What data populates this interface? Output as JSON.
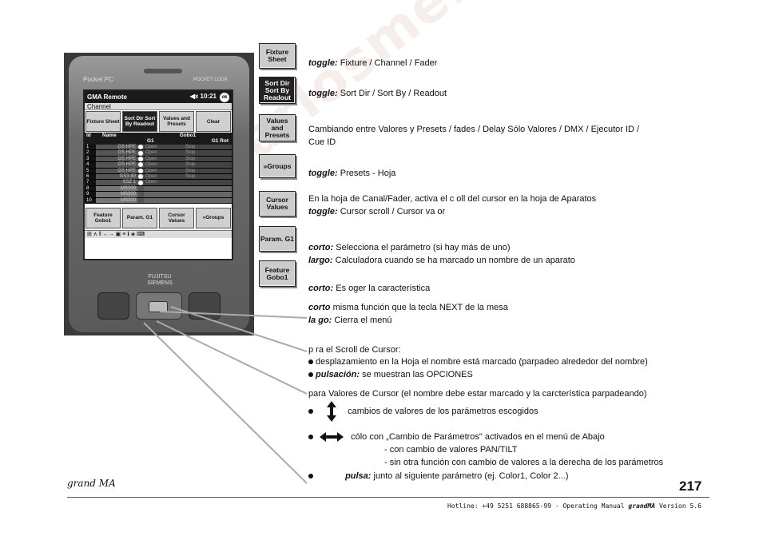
{
  "watermark": "www.carlosmendoza.com.mx",
  "device": {
    "brand_left": "Pocket PC",
    "brand_right": "POCKET LOOX",
    "maker": "FUJITSU SIEMENS",
    "app_title": "GMA Remote",
    "clock": "◀x 10:21",
    "ok": "ok",
    "mode": "Channel",
    "top_buttons": [
      "Fixture Sheet",
      "Sort Dir Sort By Readout",
      "Values and Presets",
      "Clear"
    ],
    "col_headers": {
      "id": "Id",
      "name": "Name",
      "group": "Gobo1",
      "g1": "G1",
      "g1rot": "G1 Rot"
    },
    "rows": [
      {
        "id": "1",
        "name": "GS HPE",
        "g1": "Open",
        "rot": "Stop",
        "dot": true
      },
      {
        "id": "2",
        "name": "GS HPE",
        "g1": "Open",
        "rot": "Stop",
        "dot": true
      },
      {
        "id": "3",
        "name": "GS HPE",
        "g1": "Open",
        "rot": "Stop",
        "dot": true
      },
      {
        "id": "4",
        "name": "GS HPE",
        "g1": "Open",
        "rot": "Stop",
        "dot": true
      },
      {
        "id": "5",
        "name": "GS HPE",
        "g1": "Open",
        "rot": "Stop",
        "dot": true
      },
      {
        "id": "6",
        "name": "GS3 80",
        "g1": "Open",
        "rot": "Stop",
        "dot": true
      },
      {
        "id": "7",
        "name": "SSZ 1",
        "g1": "Open",
        "rot": "",
        "dot": true
      },
      {
        "id": "8",
        "name": "MS300",
        "g1": "",
        "rot": "",
        "dot": false
      },
      {
        "id": "9",
        "name": "MS300",
        "g1": "",
        "rot": "",
        "dot": false
      },
      {
        "id": "10",
        "name": "MS300",
        "g1": "",
        "rot": "",
        "dot": false
      }
    ],
    "bottom_buttons": [
      "Feature Gobo1",
      "Param. G1",
      "Cursor Values",
      "»Groups"
    ],
    "taskbar": "⊞ ∧ ‖ ←→ ▣ ≡ ℹ ◈ ⌨"
  },
  "buttons": {
    "fixture_sheet": "Fixture Sheet",
    "sort": "Sort Dir Sort By Readout",
    "values": "Values and Presets",
    "groups": "»Groups",
    "cursor": "Cursor Values",
    "param": "Param. G1",
    "feature": "Feature Gobo1"
  },
  "text": {
    "l1_label": "toggle:",
    "l1": "Fixture  /  Channel  /  Fader",
    "l2_label": "toggle:",
    "l2": "Sort Dir  /  Sort By  /  Readout",
    "l3a": "Cambiando entre Valores y Presets  /  fades  /  Delay      Sólo Valores  /  DMX  /  Ejecutor ID  /",
    "l3b": "Cue ID",
    "l4_label": "toggle:",
    "l4": "Presets - Hoja",
    "l5a": "En la hoja de Canal/Fader, activa el  c oll del cursor en la hoja de Aparatos",
    "l5b_label": "toggle:",
    "l5b": "Cursor scroll / Cursor va or",
    "l6a_label": "corto:",
    "l6a": "Selecciona el parámetro (si hay más de uno)",
    "l6b_label": "largo:",
    "l6b": "Calculadora    cuando se ha marcado un nombre de un aparato",
    "l7_label": "corto:",
    "l7": "Es oger la característica",
    "l8a_label": "corto",
    "l8a": "misma función que la tecla NEXT de la mesa",
    "l8b_label": "la go:",
    "l8b": "Cierra el menú",
    "l9": "p ra el Scroll de Cursor:",
    "l10": "desplazamiento en la Hoja el nombre está marcado (parpadeo alrededor del nombre)",
    "l11_label": "pulsación:",
    "l11": "se muestran las OPCIONES",
    "l12": "para Valores de Cursor (el nombre debe estar marcado y la carcterística parpadeando)",
    "l13": "cambios de valores de los parámetros escogidos",
    "l14": "cólo con „Cambio de Parámetros\" activados en el menú de Abajo",
    "l15": "- con cambio de valores PAN/TILT",
    "l16": "- sin otra función con cambio de valores a la derecha de los parámetros",
    "l17_label": "pulsa:",
    "l17": "junto al siguiente parámetro (ej. Color1, Color 2...)"
  },
  "footer": {
    "logo": "grand MA",
    "page": "217",
    "hotline": "Hotline: +49 5251 688865-99 · Operating Manual",
    "product": "grandMA",
    "version": "Version 5.6"
  }
}
